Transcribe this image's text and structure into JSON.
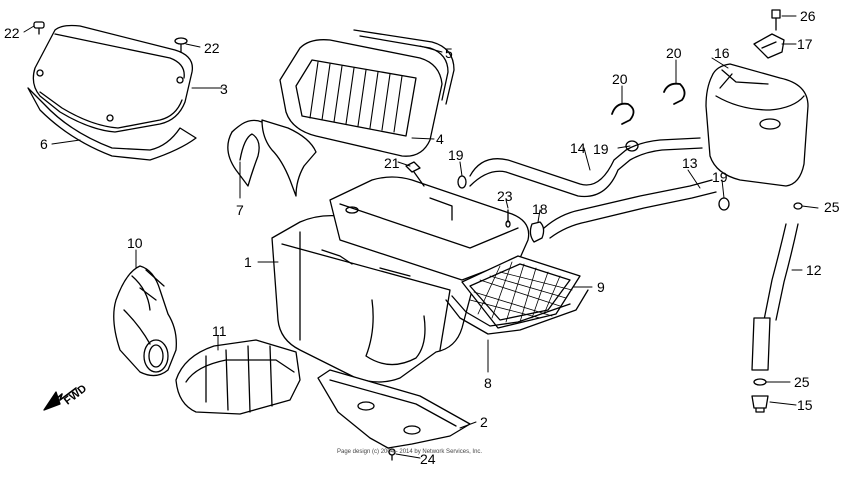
{
  "diagram": {
    "fwd_label": "FWD",
    "copyright": "Page design (c) 2004 - 2014 by Network Services, Inc.",
    "callouts": {
      "c1": "1",
      "c2": "2",
      "c3": "3",
      "c4": "4",
      "c5": "5",
      "c6": "6",
      "c7": "7",
      "c8": "8",
      "c9": "9",
      "c10": "10",
      "c11": "11",
      "c12": "12",
      "c13": "13",
      "c14": "14",
      "c15": "15",
      "c16": "16",
      "c17": "17",
      "c18": "18",
      "c19a": "19",
      "c19b": "19",
      "c19c": "19",
      "c20a": "20",
      "c20b": "20",
      "c21": "21",
      "c22a": "22",
      "c22b": "22",
      "c23": "23",
      "c24": "24",
      "c25a": "25",
      "c25b": "25",
      "c26": "26"
    }
  }
}
